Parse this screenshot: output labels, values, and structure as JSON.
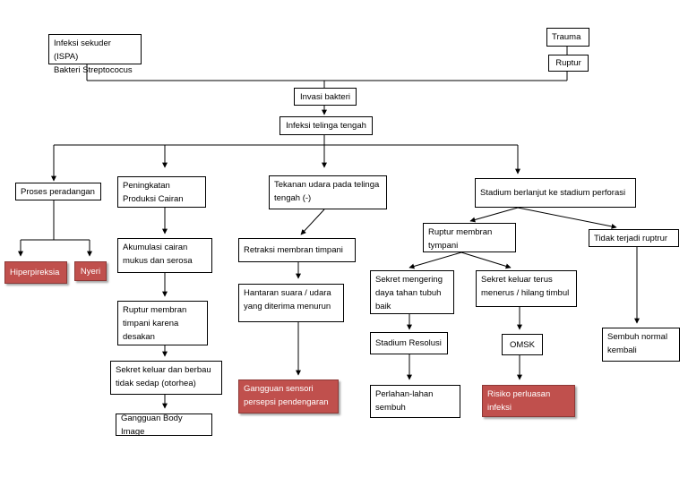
{
  "diagram": {
    "nodes": {
      "infeksi_sekunder": "Infeksi sekuder (ISPA)\nBakteri Streptococus",
      "trauma": "Trauma",
      "ruptur": "Ruptur",
      "invasi_bakteri": "Invasi bakteri",
      "infeksi_telinga_tengah": "Infeksi telinga tengah",
      "proses_peradangan": "Proses peradangan",
      "hiperpireksia": "Hiperpireksia",
      "nyeri": "Nyeri",
      "peningkatan_produksi": "Peningkatan\nProduksi Cairan",
      "akumulasi_cairan": "Akumulasi cairan\nmukus dan serosa",
      "ruptur_membran_timpani_desakan": "Ruptur membran\ntimpani karena\ndesakan",
      "sekret_keluar_berbau": "Sekret keluar dan berbau\ntidak sedap (otorhea)",
      "gangguan_body_image": "Gangguan Body Image",
      "tekanan_udara": "Tekanan udara pada telinga\ntengah (-)",
      "retraksi_membran": "Retraksi membran timpani",
      "hantaran_suara": "Hantaran suara / udara\nyang diterima menurun",
      "gangguan_sensori": "Gangguan sensori\npersepsi pendengaran",
      "stadium_perforasi": "Stadium berlanjut ke stadium perforasi",
      "ruptur_membran_timpani": "Ruptur membran\ntympani",
      "tidak_terjadi_ruptur": "Tidak terjadi ruptrur",
      "sekret_mengering": "Sekret mengering\ndaya tahan tubuh\nbaik",
      "sekret_keluar_terus": "Sekret keluar terus\nmenerus / hilang timbul",
      "stadium_resolusi": "Stadium Resolusi",
      "omsk": "OMSK",
      "perlahan_sembuh": "Perlahan-lahan\nsembuh",
      "risiko_perluasan": "Risiko perluasan\ninfeksi",
      "sembuh_normal": "Sembuh normal\nkembali"
    },
    "colors": {
      "line": "#000000",
      "highlight": "#c0504d"
    }
  }
}
